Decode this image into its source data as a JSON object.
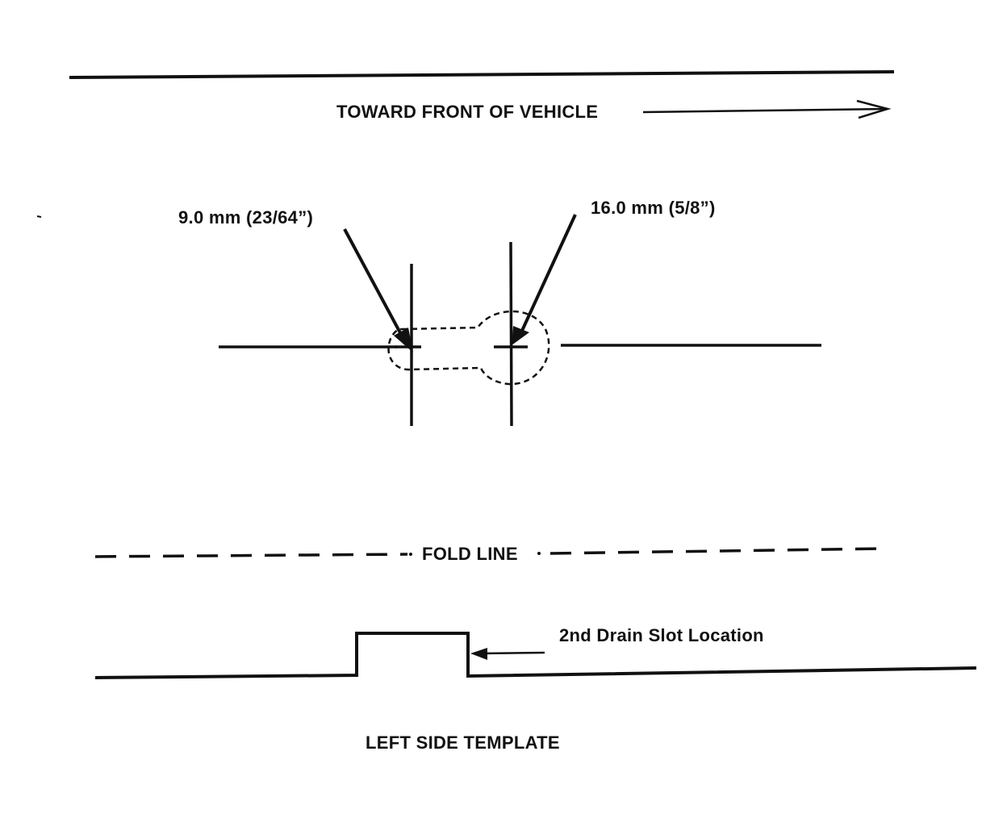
{
  "diagram": {
    "direction_label": "TOWARD FRONT OF VEHICLE",
    "small_hole_label": "9.0 mm (23/64”)",
    "large_hole_label": "16.0 mm (5/8”)",
    "fold_line_label": "FOLD LINE",
    "drain_slot_label": "2nd Drain Slot Location",
    "template_title": "LEFT SIDE TEMPLATE"
  },
  "colors": {
    "ink": "#111111",
    "background": "#ffffff"
  }
}
